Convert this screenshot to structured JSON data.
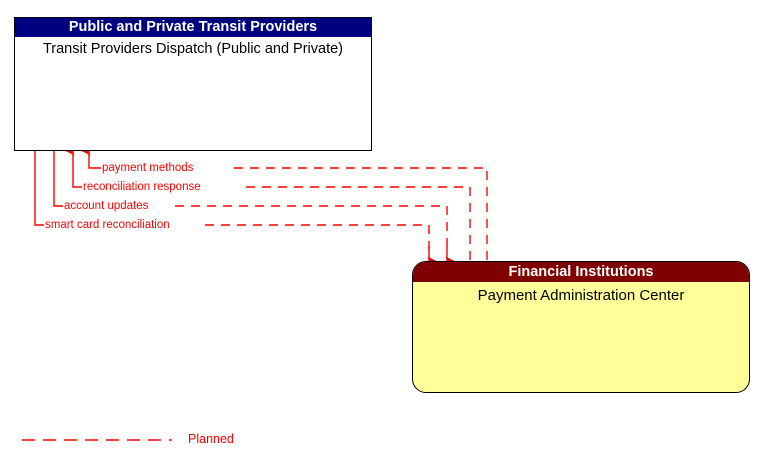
{
  "diagram": {
    "nodes": [
      {
        "id": "transit-providers-dispatch",
        "header": "Public and Private Transit Providers",
        "title": "Transit Providers Dispatch (Public and Private)",
        "shape": "rectangle",
        "header_color": "#000080",
        "body_color": "#ffffff"
      },
      {
        "id": "payment-administration-center",
        "header": "Financial Institutions",
        "title": "Payment Administration Center",
        "shape": "rounded-rectangle",
        "header_color": "#800000",
        "body_color": "#ffff99"
      }
    ],
    "flows": [
      {
        "label": "payment methods",
        "from": "payment-administration-center",
        "to": "transit-providers-dispatch",
        "style": "planned",
        "color": "#ff0000"
      },
      {
        "label": "reconciliation response",
        "from": "payment-administration-center",
        "to": "transit-providers-dispatch",
        "style": "planned",
        "color": "#ff0000"
      },
      {
        "label": "account updates",
        "from": "transit-providers-dispatch",
        "to": "payment-administration-center",
        "style": "planned",
        "color": "#ff0000"
      },
      {
        "label": "smart card reconciliation",
        "from": "transit-providers-dispatch",
        "to": "payment-administration-center",
        "style": "planned",
        "color": "#ff0000"
      }
    ],
    "legend": [
      {
        "label": "Planned",
        "style": "dashed",
        "color": "#ff0000"
      }
    ]
  }
}
